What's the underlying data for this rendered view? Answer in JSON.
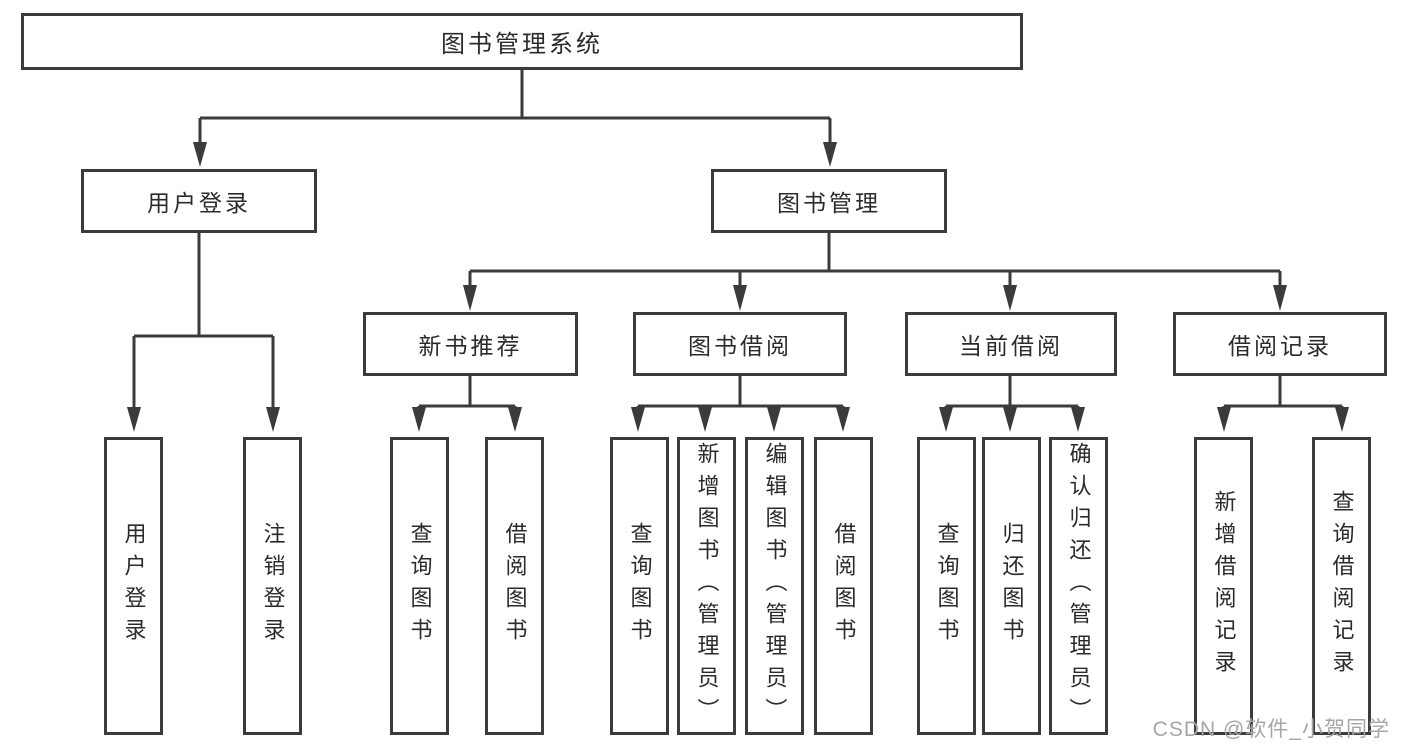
{
  "diagram_title": "图书管理系统",
  "tree": {
    "label": "图书管理系统",
    "children": [
      {
        "label": "用户登录",
        "children": [
          {
            "label": "用户登录"
          },
          {
            "label": "注销登录"
          }
        ]
      },
      {
        "label": "图书管理",
        "children": [
          {
            "label": "新书推荐",
            "children": [
              {
                "label": "查询图书"
              },
              {
                "label": "借阅图书"
              }
            ]
          },
          {
            "label": "图书借阅",
            "children": [
              {
                "label": "查询图书"
              },
              {
                "label": "新增图书（管理员）"
              },
              {
                "label": "编辑图书（管理员）"
              },
              {
                "label": "借阅图书"
              }
            ]
          },
          {
            "label": "当前借阅",
            "children": [
              {
                "label": "查询图书"
              },
              {
                "label": "归还图书"
              },
              {
                "label": "确认归还（管理员）"
              }
            ]
          },
          {
            "label": "借阅记录",
            "children": [
              {
                "label": "新增借阅记录"
              },
              {
                "label": "查询借阅记录"
              }
            ]
          }
        ]
      }
    ]
  },
  "watermark": {
    "text": "CSDN @软件_小贺同学"
  },
  "colors": {
    "line": "#3b3b3b",
    "node_border": "#3b3b3b",
    "node_text": "#2b2b2b",
    "watermark_text": "#a6a6a6",
    "background": "#ffffff"
  }
}
